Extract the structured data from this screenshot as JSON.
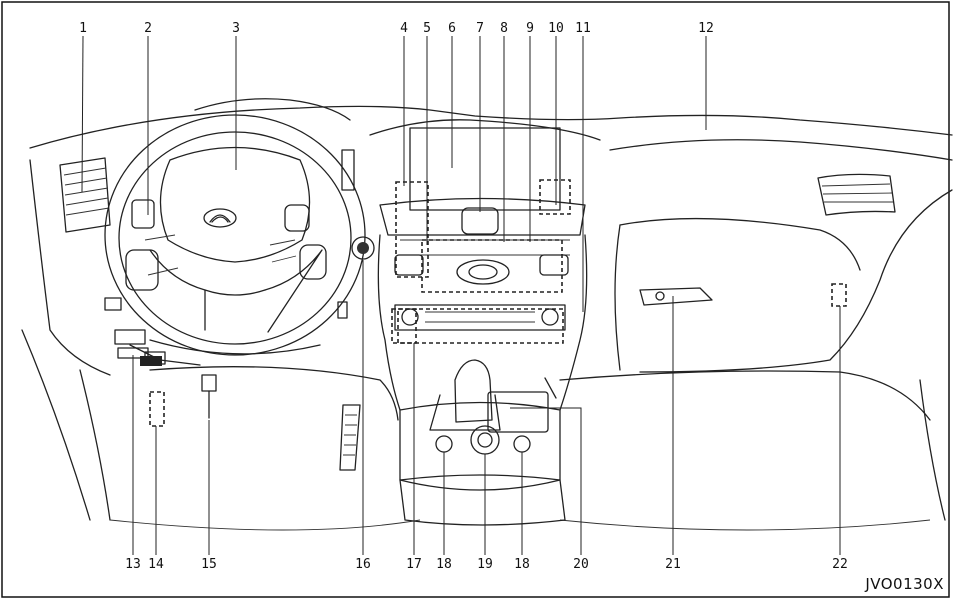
{
  "callouts": {
    "c1": "1",
    "c2": "2",
    "c3": "3",
    "c4": "4",
    "c5": "5",
    "c6": "6",
    "c7": "7",
    "c8": "8",
    "c9": "9",
    "c10": "10",
    "c11": "11",
    "c12": "12",
    "c13": "13",
    "c14": "14",
    "c15": "15",
    "c16": "16",
    "c17": "17",
    "c18a": "18",
    "c19": "19",
    "c18b": "18",
    "c20": "20",
    "c21": "21",
    "c22": "22"
  },
  "figure_code": "JVO0130X"
}
